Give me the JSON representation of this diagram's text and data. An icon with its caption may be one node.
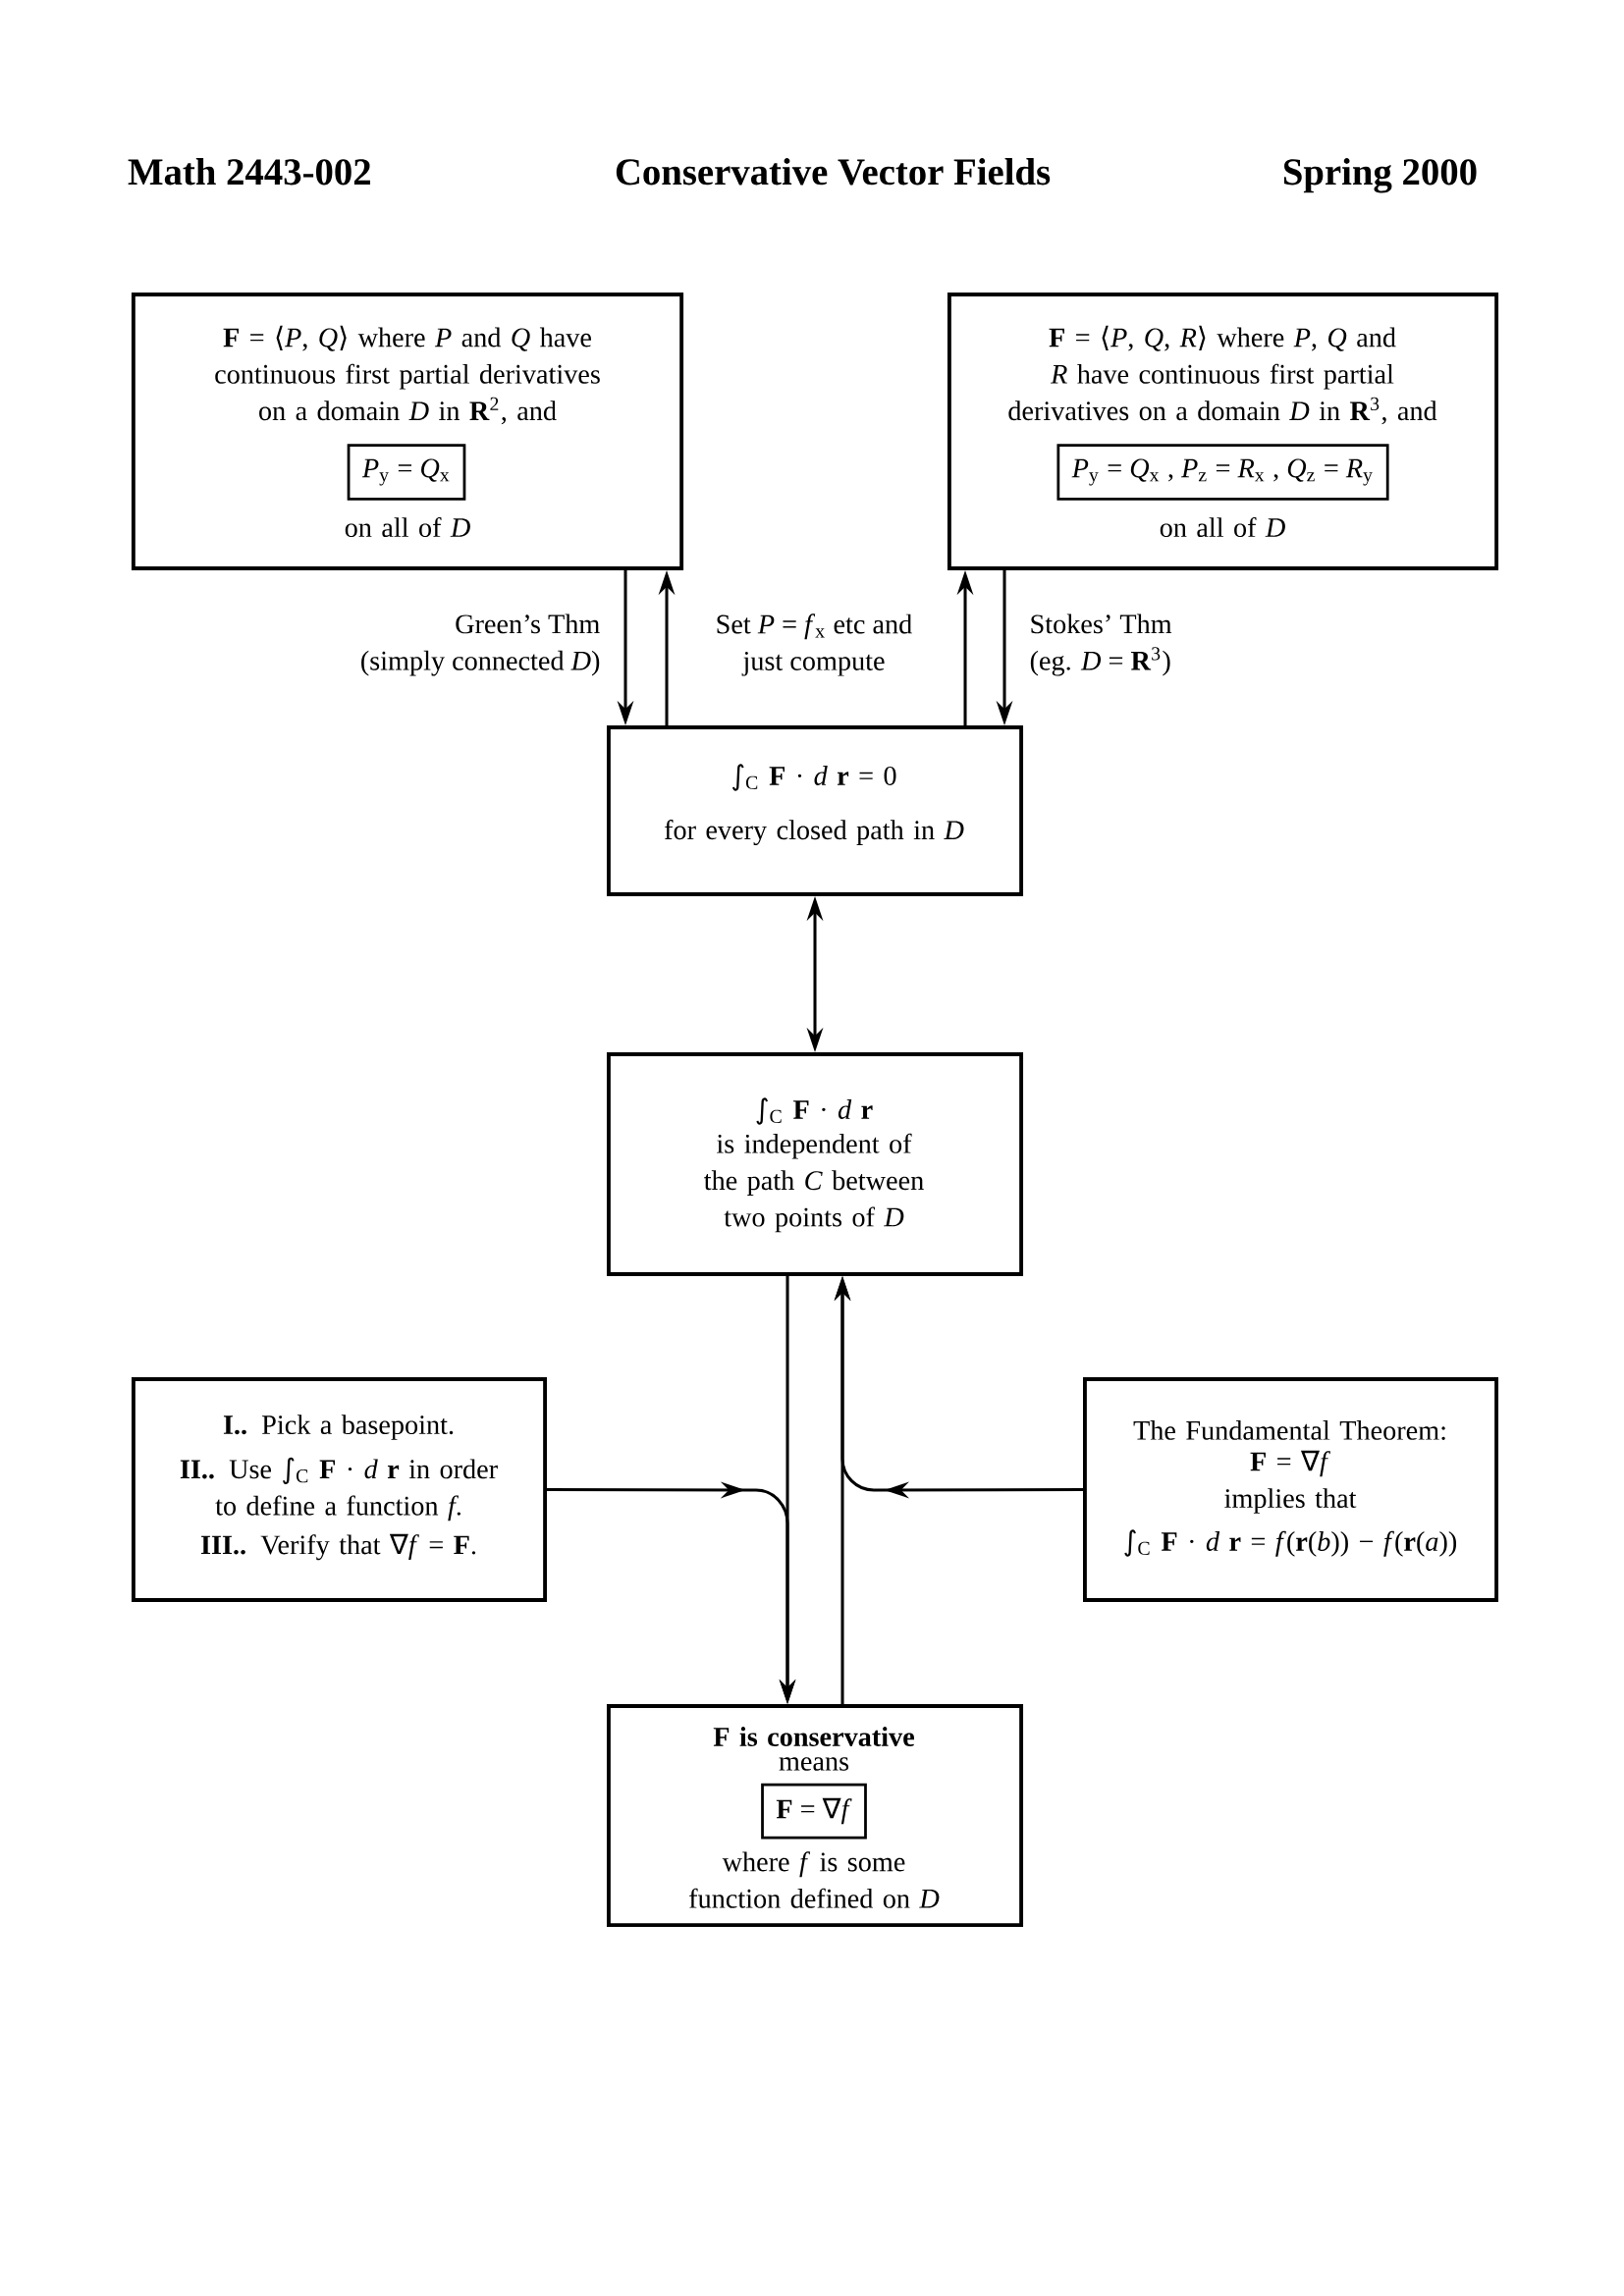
{
  "diagram": {
    "title": "Conservative Vector Fields",
    "labels": [
      "Math 2443-002",
      "Spring 2000"
    ],
    "nodes": [
      {
        "text": [
          "**F** = ⟨*P*, *Q*⟩ where *P* and *Q* have continuous first partial derivatives on a domain *D* in **R**$^{2}$, and",
          "on all of *D*"
        ]
      },
      {
        "text": [
          "*P*$_{y}$ = *Q*$_{x}$"
        ],
        "in": 0
      },
      {
        "text": [
          "**F** = ⟨*P*, *Q*, *R*⟩ where *P*, *Q* and *R* have continuous first partial derivatives on a domain *D* in **R**$^{3}$, and",
          "on all of *D*"
        ]
      },
      {
        "text": [
          "*P*$_{y}$ = *Q*$_{x}$ , *P*$_{z}$ = *R*$_{x}$ , *Q*$_{z}$ = *R*$_{y}$"
        ],
        "in": 2
      },
      {
        "text": [
          "∫$_{C}$ **F** · *d* **r** = 0",
          "for every closed path in *D*"
        ]
      },
      {
        "text": [
          "∫$_{C}$ **F** · *d* **r**",
          "is independent of the path *C* between two points of *D*"
        ]
      },
      {
        "text": [
          "**I..** Pick a basepoint.",
          "**II..** Use ∫$_{C}$ **F** · *d* **r** in order to define a function *f*.",
          "**III..** Verify that ∇*f* = **F**."
        ]
      },
      {
        "text": [
          "The Fundamental Theorem:",
          "**F** = ∇*f*",
          "implies that",
          "∫$_{C}$ **F** · *d* **r** = *f*(**r**(*b*)) − *f*(**r**(*a*))"
        ]
      },
      {
        "text": [
          "F is conservative",
          "means",
          "where *f* is some function defined on *D*"
        ]
      },
      {
        "text": [
          "**F** = ∇*f*"
        ],
        "in": 8
      }
    ],
    "edges": [
      {
        "from": 0,
        "to": 4,
        "arrow": "to",
        "label": "Green’s Thm (simply connected *D*)"
      },
      {
        "from": 4,
        "to": 0,
        "arrow": "to",
        "label": "Set *P* = *f*$_{x}$ etc and just compute"
      },
      {
        "from": 4,
        "to": 2,
        "arrow": "to"
      },
      {
        "from": 2,
        "to": 4,
        "arrow": "to",
        "label": "Stokes’ Thm (eg. *D* = **R**$^{3}$)"
      },
      {
        "from": 4,
        "to": 5,
        "arrow": "both"
      },
      {
        "from": 5,
        "to": 8,
        "arrow": "to"
      },
      {
        "from": 6,
        "to": 8,
        "arrow": "to"
      },
      {
        "from": 8,
        "to": 5,
        "arrow": "to"
      },
      {
        "from": 7,
        "to": 5,
        "arrow": "to"
      }
    ]
  }
}
